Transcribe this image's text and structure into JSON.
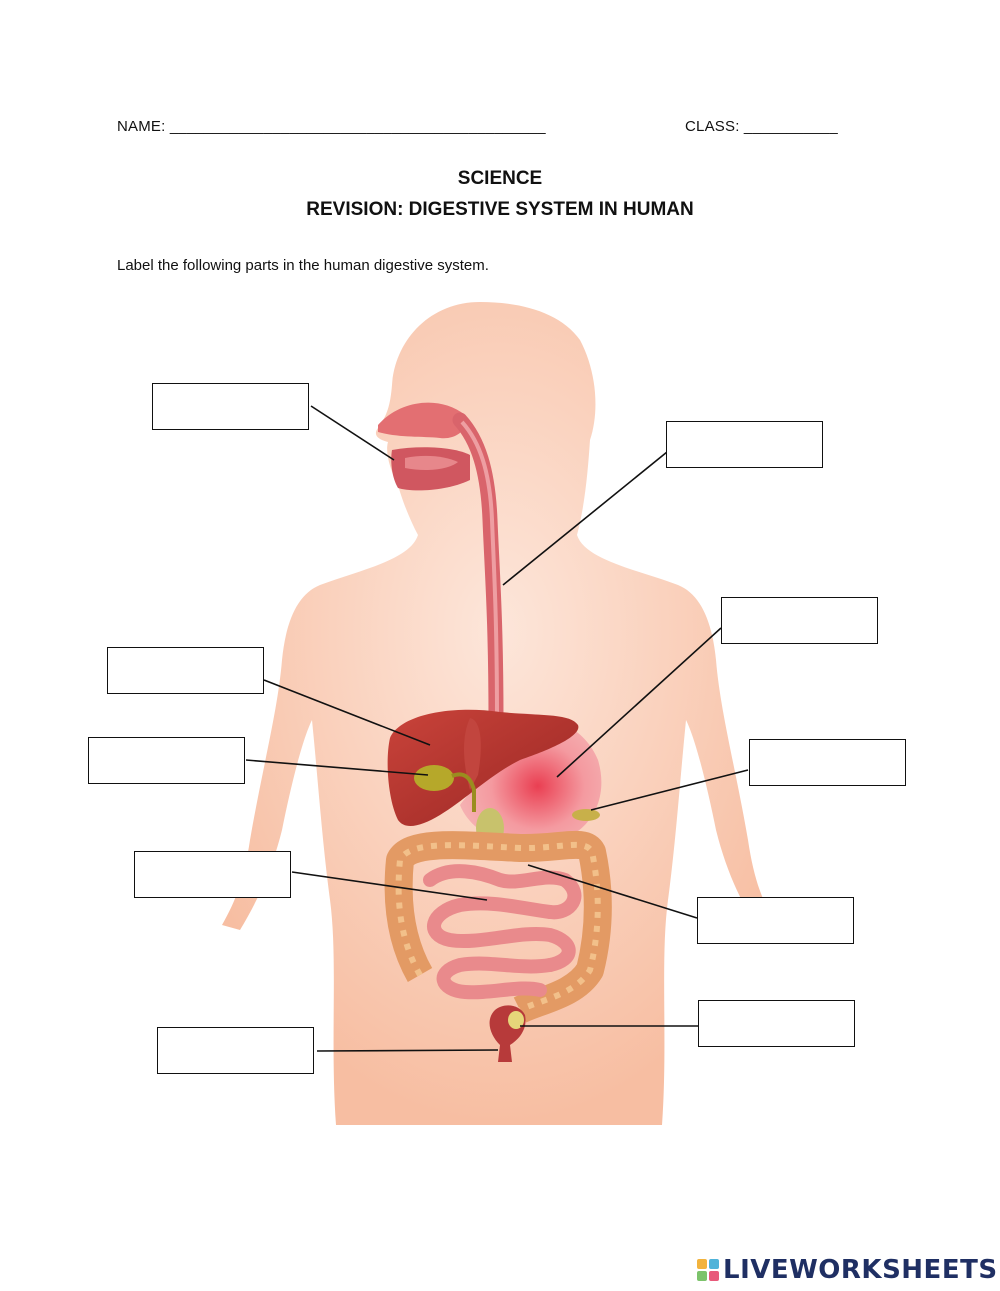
{
  "header": {
    "name_label": "NAME: ____________________________________________",
    "class_label": "CLASS: ___________"
  },
  "title": {
    "line1": "SCIENCE",
    "line2": "REVISION: DIGESTIVE SYSTEM IN HUMAN"
  },
  "instruction": "Label the following parts in the human digestive system.",
  "colors": {
    "skin": "#f7c1a6",
    "skin_light": "#fde4d7",
    "oral": "#d6565d",
    "esophagus": "#d9646b",
    "liver": "#b8322e",
    "stomach": "#f3a0a4",
    "gallbladder": "#b6a82a",
    "pancreas": "#c7c26a",
    "large_intestine": "#e9a06a",
    "small_intestine": "#e98a8c",
    "rectum": "#b73a3a"
  },
  "watermark": {
    "text": "LIVEWORKSHEETS",
    "logo_colors": [
      "#f2b33d",
      "#4fb3d9",
      "#7cc36b",
      "#e85a7a"
    ]
  }
}
